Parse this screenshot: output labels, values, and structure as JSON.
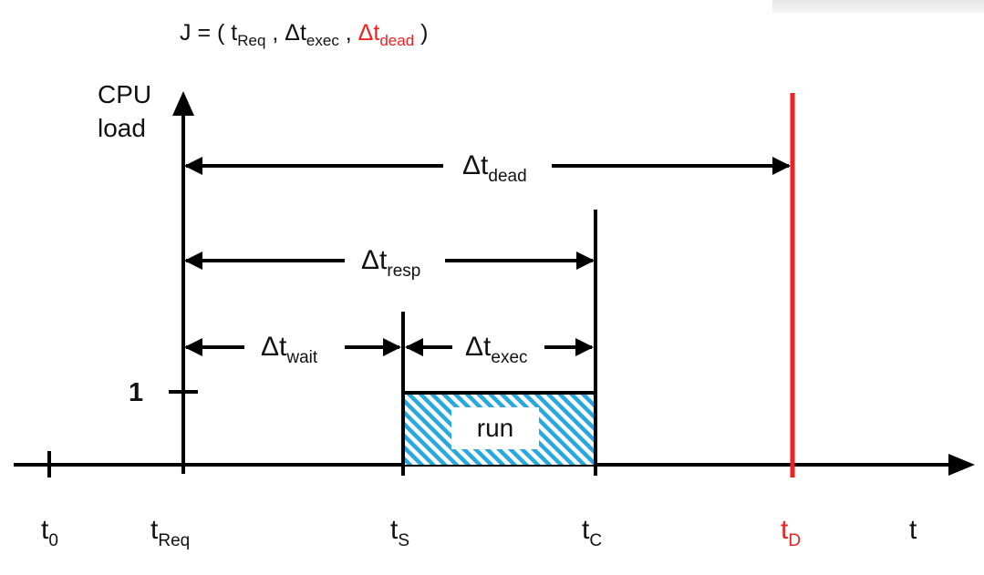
{
  "formula": {
    "prefix": "J = ( ",
    "t": "t",
    "req_sub": "Req",
    "sep1": " , ",
    "delta_t": "Δt",
    "exec_sub": "exec",
    "sep2": " , ",
    "dead_sub": "dead",
    "suffix": " )"
  },
  "y_axis": {
    "line1": "CPU",
    "line2": "load",
    "tick_one": "1"
  },
  "intervals": {
    "dead": {
      "main": "Δt",
      "sub": "dead"
    },
    "resp": {
      "main": "Δt",
      "sub": "resp"
    },
    "wait": {
      "main": "Δt",
      "sub": "wait"
    },
    "exec": {
      "main": "Δt",
      "sub": "exec"
    }
  },
  "run_label": "run",
  "x_labels": {
    "t0": {
      "main": "t",
      "sub": "0"
    },
    "treq": {
      "main": "t",
      "sub": "Req"
    },
    "ts": {
      "main": "t",
      "sub": "S"
    },
    "tc": {
      "main": "t",
      "sub": "C"
    },
    "td": {
      "main": "t",
      "sub": "D"
    },
    "t": {
      "main": "t"
    }
  },
  "colors": {
    "axis": "#000000",
    "deadline": "#ee2222",
    "run_hatch": "#29a8e0",
    "text": "#111111"
  }
}
